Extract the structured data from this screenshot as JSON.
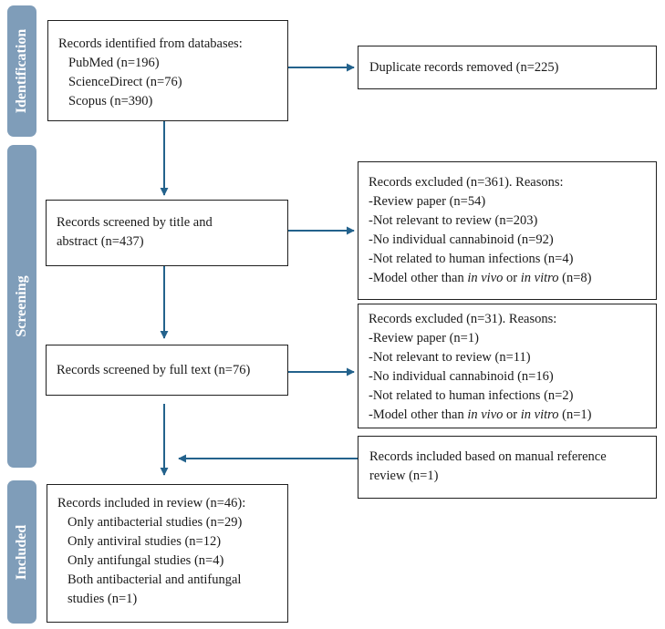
{
  "phases": {
    "identification": "Identification",
    "screening": "Screening",
    "included": "Included"
  },
  "boxes": {
    "identified": {
      "title": "Records identified from databases:",
      "items": [
        "PubMed (n=196)",
        "ScienceDirect (n=76)",
        "Scopus (n=390)"
      ]
    },
    "duplicates": {
      "text": "Duplicate records removed (n=225)"
    },
    "screened_title": {
      "line1_words": [
        "Records",
        "screened",
        "by",
        "title",
        "and"
      ],
      "line2": "abstract (n=437)"
    },
    "excluded_1": {
      "title": "Records excluded (n=361). Reasons:",
      "items": [
        "-Review paper (n=54)",
        "-Not relevant to review (n=203)",
        "-No individual cannabinoid (n=92)",
        "-Not related to human infections (n=4)"
      ],
      "last_item": {
        "prefix": "-Model other than ",
        "italic1": "in vivo",
        "middle": " or ",
        "italic2": "in vitro",
        "suffix": " (n=8)"
      }
    },
    "screened_full": {
      "text": "Records screened by full text (n=76)"
    },
    "excluded_2": {
      "title": "Records excluded (n=31). Reasons:",
      "items": [
        "-Review paper (n=1)",
        "-Not relevant to review (n=11)",
        "-No individual cannabinoid (n=16)",
        "-Not related to human infections (n=2)"
      ],
      "last_item": {
        "prefix": "-Model other than ",
        "italic1": "in vivo",
        "middle": " or ",
        "italic2": "in vitro",
        "suffix": " (n=1)"
      }
    },
    "manual": {
      "line1": "Records included based on manual reference",
      "line2": "review (n=1)"
    },
    "included": {
      "title": "Records included in review (n=46):",
      "items": [
        "Only antibacterial studies (n=29)",
        "Only antiviral studies (n=12)",
        "Only antifungal studies (n=4)"
      ],
      "both_words": [
        "Both",
        "antibacterial",
        "and",
        "antifungal"
      ],
      "both_line2": "studies (n=1)"
    }
  },
  "colors": {
    "phase_bar": "#7f9db9",
    "arrow": "#23628c",
    "box_border": "#1f1f1f"
  }
}
